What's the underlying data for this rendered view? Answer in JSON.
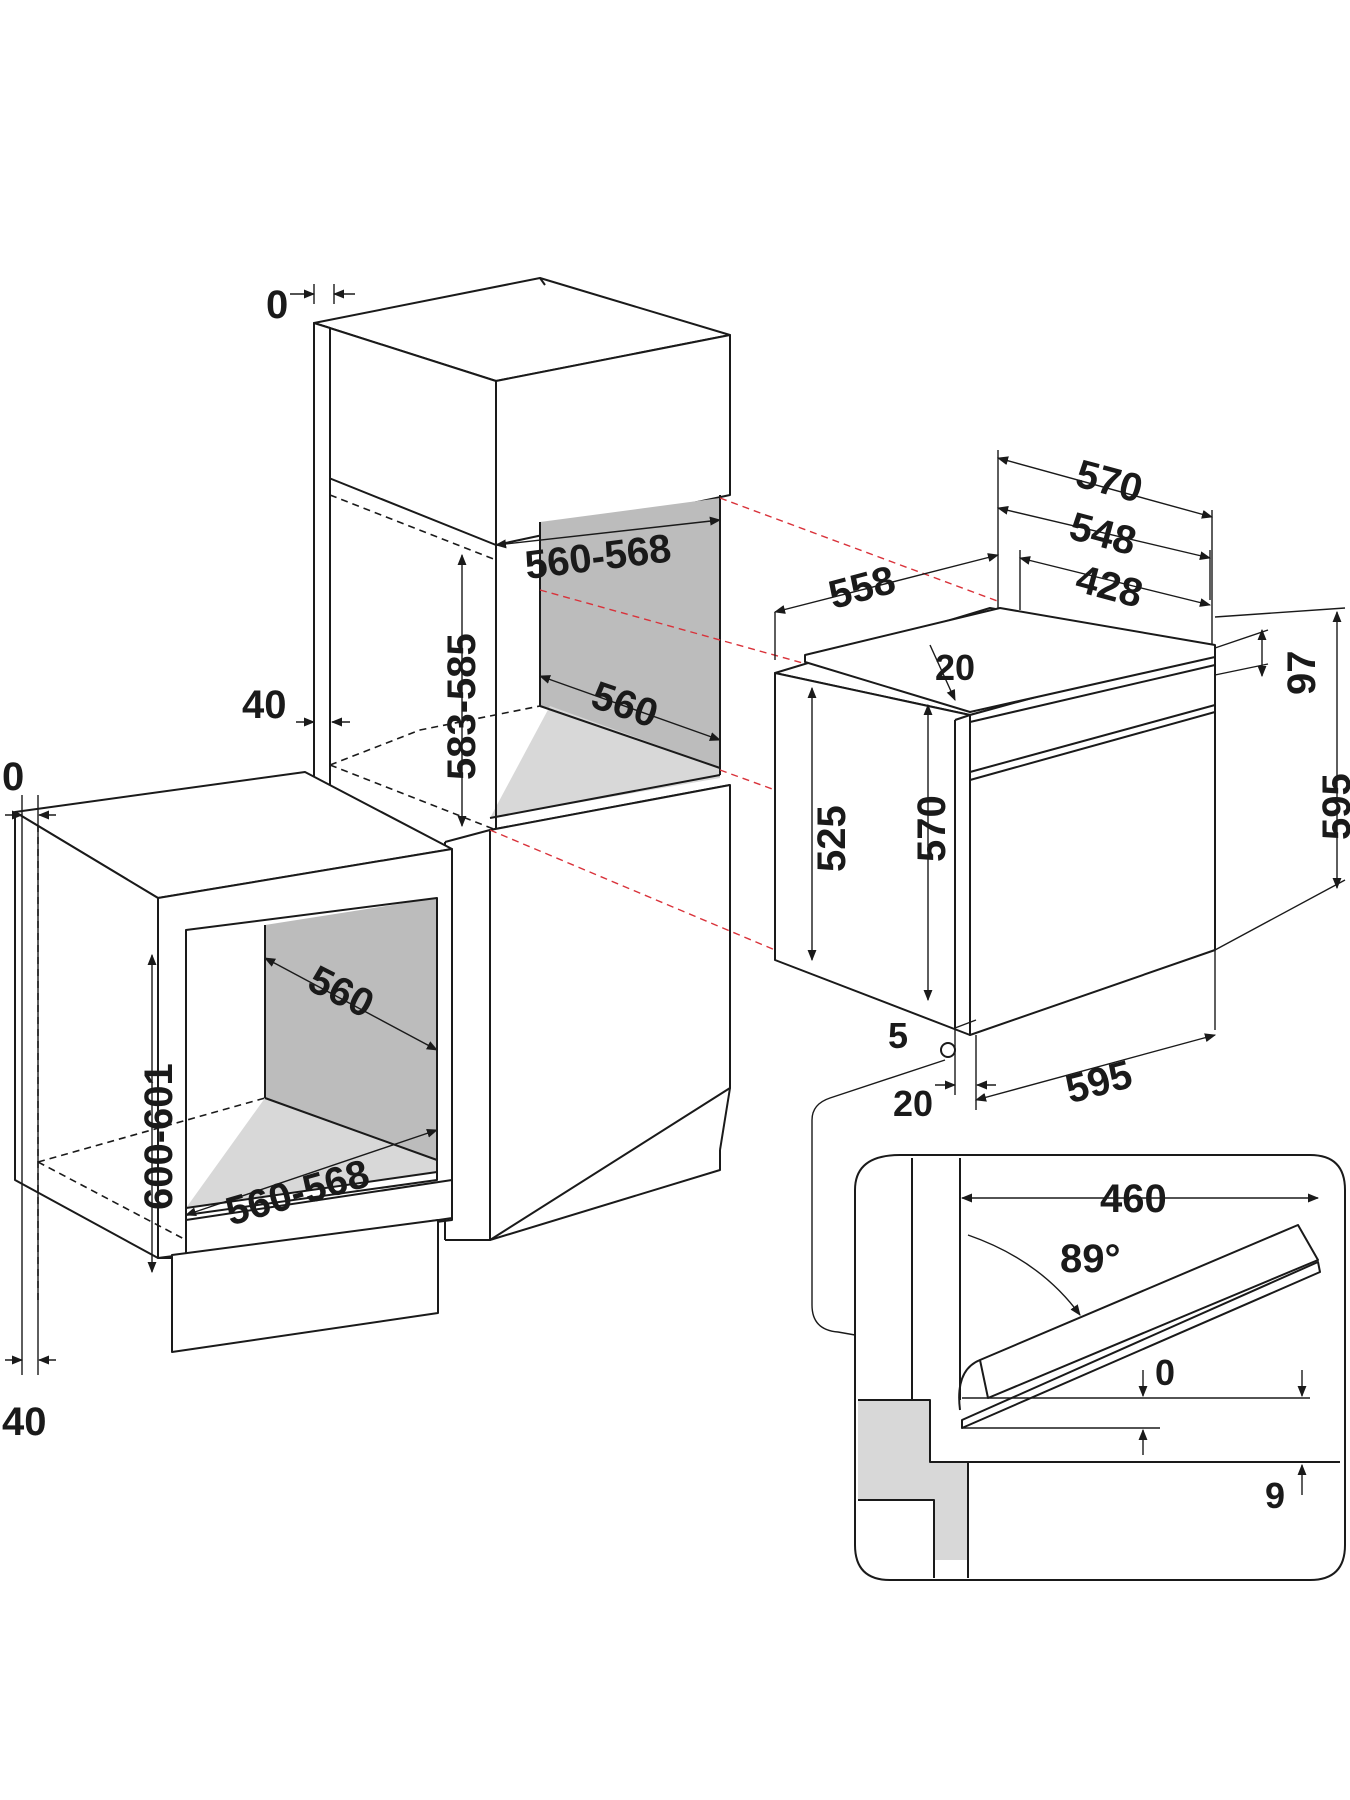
{
  "colors": {
    "line": "#1a1a1a",
    "guide": "#d9323a",
    "panel": "#bcbcbc",
    "floor": "#d8d8d8"
  },
  "tall_column": {
    "gap_top": "0",
    "niche_width": "560-568",
    "niche_height": "583-585",
    "niche_depth": "560",
    "side_offset": "40"
  },
  "base_cabinet": {
    "gap_top": "0",
    "niche_depth": "560",
    "niche_height": "600-601",
    "niche_width": "560-568",
    "side_offset": "40"
  },
  "oven": {
    "depth_total": "570",
    "depth_body": "548",
    "depth_top": "428",
    "width_rear": "558",
    "front_offset": "20",
    "panel_height": "97",
    "body_height": "525",
    "inner_height": "570",
    "overall_height": "595",
    "bottom_gap": "5",
    "front_thickness": "20",
    "overall_width": "595"
  },
  "door_detail": {
    "clearance": "460",
    "angle": "89°",
    "gap_top": "0",
    "gap_bottom": "9"
  }
}
